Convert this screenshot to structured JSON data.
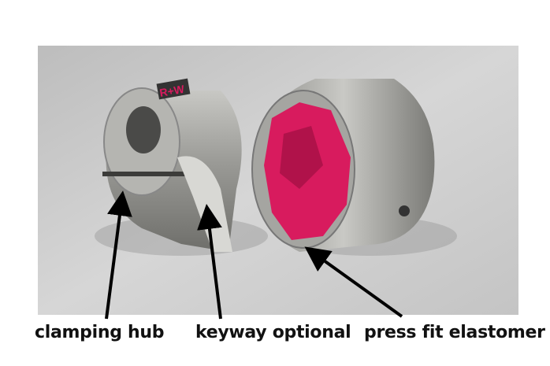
{
  "labels": {
    "clamping_hub": "clamping hub",
    "keyway": "keyway optional",
    "elastomer": "press fit elastomer"
  },
  "hub_marking": "R+W",
  "colors": {
    "elastomer": "#d81b5e",
    "aluminum": "#a9a9a6",
    "background": "#c9c9c9",
    "arrow": "#000000"
  }
}
